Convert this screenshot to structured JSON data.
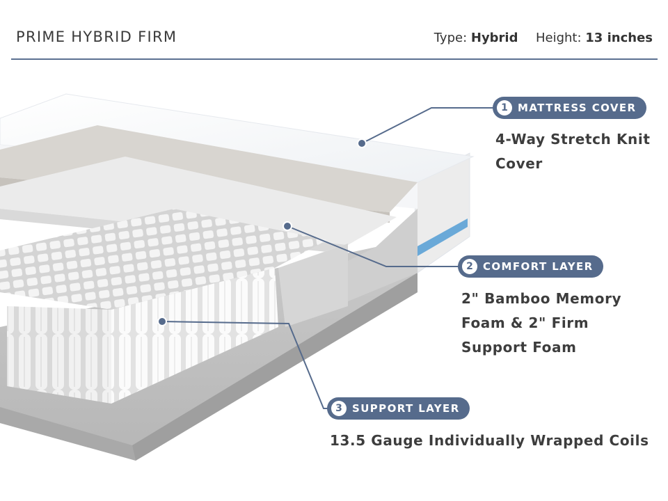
{
  "header": {
    "title": "PRIME HYBRID FIRM",
    "type_label": "Type:",
    "type_value": "Hybrid",
    "height_label": "Height:",
    "height_value": "13 inches"
  },
  "layers": [
    {
      "number": "1",
      "name": "MATTRESS COVER",
      "description_lines": [
        "4-Way Stretch Knit",
        "Cover"
      ]
    },
    {
      "number": "2",
      "name": "COMFORT LAYER",
      "description_lines": [
        "2\" Bamboo Memory",
        "Foam & 2\" Firm",
        "Support Foam"
      ]
    },
    {
      "number": "3",
      "name": "SUPPORT LAYER",
      "description_lines": [
        "13.5 Gauge Individually Wrapped Coils"
      ]
    }
  ],
  "colors": {
    "accent": "#566b8c",
    "rule": "#5b7091",
    "text": "#3d3d3d",
    "cover_accent": "#6aa9d8"
  }
}
